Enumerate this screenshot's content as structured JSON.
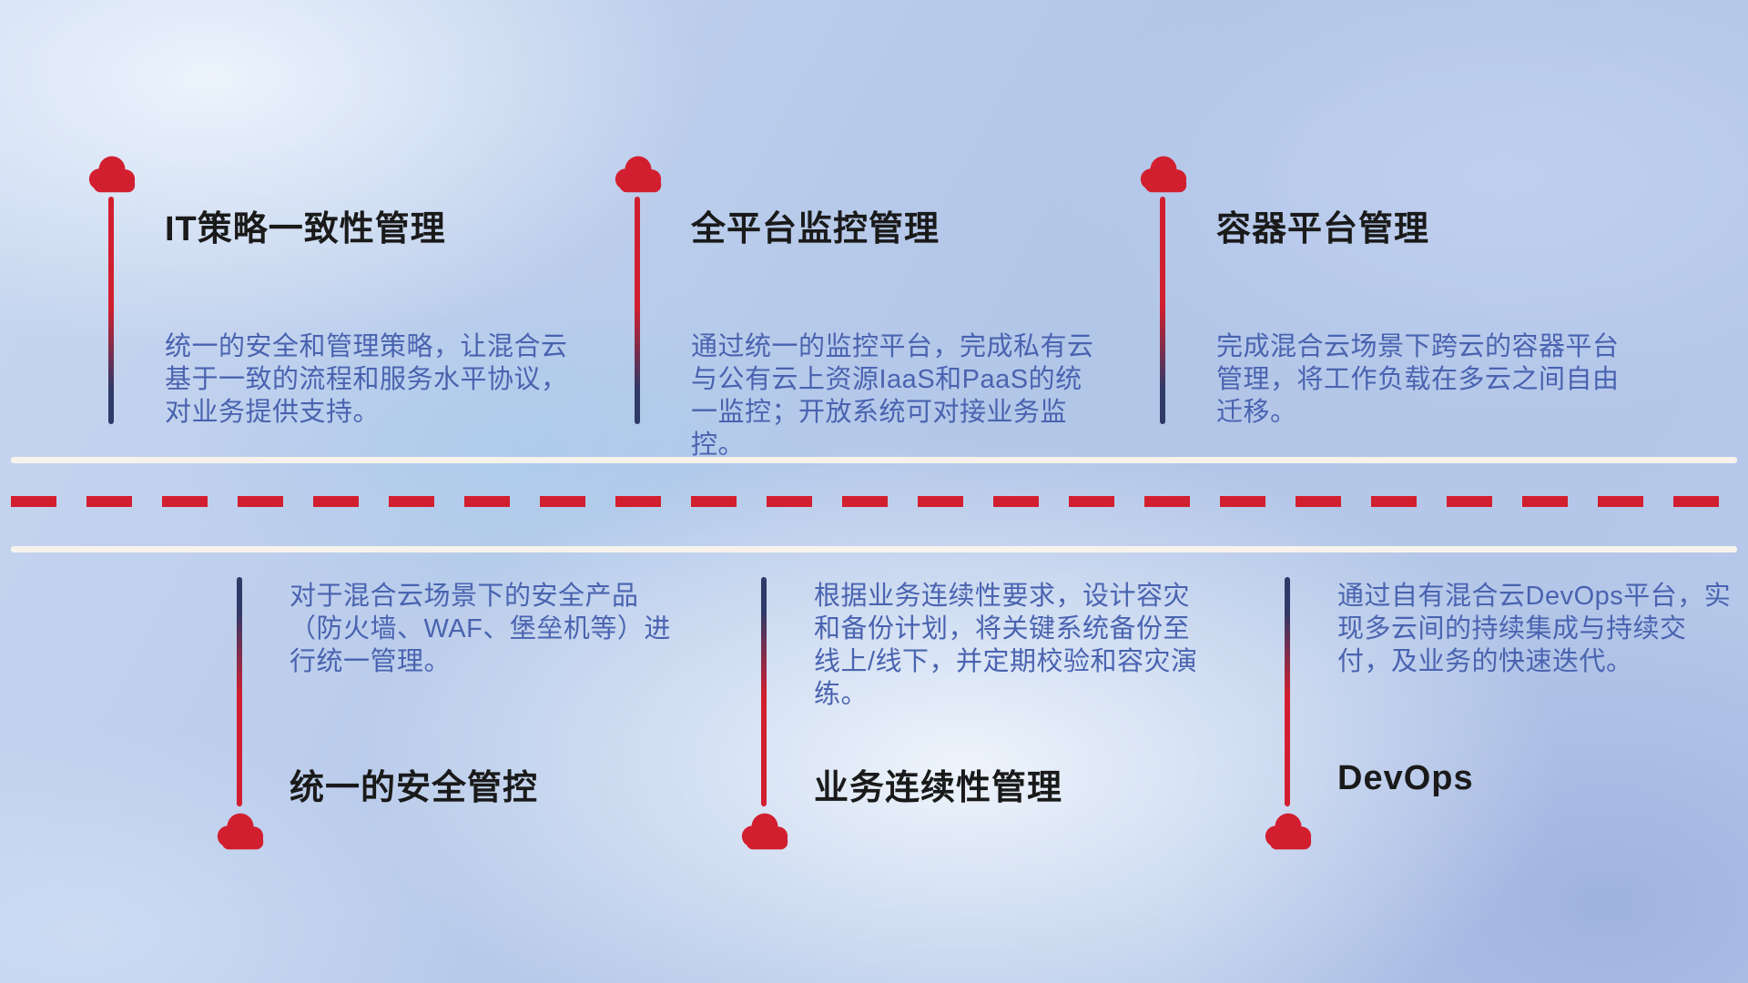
{
  "colors": {
    "red": "#d21f2f",
    "navy": "#2f3a68",
    "desc": "#4a63b0",
    "title": "#1a1a1a",
    "roadline": "#f7f3ec"
  },
  "icons": {
    "cloud": "☁"
  },
  "top_items": [
    {
      "title": "IT策略一致性管理",
      "description": "统一的安全和管理策略，让混合云基于一致的流程和服务水平协议，对业务提供支持。"
    },
    {
      "title": "全平台监控管理",
      "description": "通过统一的监控平台，完成私有云与公有云上资源IaaS和PaaS的统一监控；开放系统可对接业务监控。"
    },
    {
      "title": "容器平台管理",
      "description": "完成混合云场景下跨云的容器平台管理，将工作负载在多云之间自由迁移。"
    }
  ],
  "bottom_items": [
    {
      "title": "统一的安全管控",
      "description": "对于混合云场景下的安全产品（防火墙、WAF、堡垒机等）进行统一管理。"
    },
    {
      "title": "业务连续性管理",
      "description": "根据业务连续性要求，设计容灾和备份计划，将关键系统备份至线上/线下，并定期校验和容灾演练。"
    },
    {
      "title": "DevOps",
      "description": "通过自有混合云DevOps平台，实现多云间的持续集成与持续交付，及业务的快速迭代。"
    }
  ]
}
